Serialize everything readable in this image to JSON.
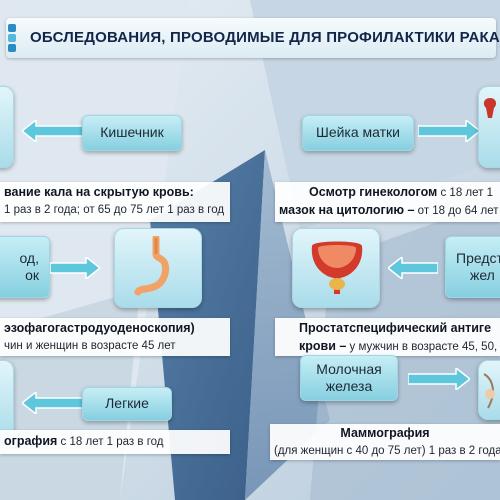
{
  "title": "ОБСЛЕДОВАНИЯ, ПРОВОДИМЫЕ ДЛЯ ПРОФИЛАКТИКИ РАКА",
  "colors": {
    "box_top": "#c6eef6",
    "box_bottom": "#86cfe0",
    "arrow": "#5ec7dc",
    "title_text": "#13264a",
    "organ_red": "#d33a2c"
  },
  "rows": [
    {
      "left": {
        "label": "Кишечник",
        "info_bold": "вание кала на скрытую кровь:",
        "info_line2": " 1 раз в 2 года; от 65 до 75 лет  1 раз в год"
      },
      "right": {
        "label": "Шейка матки",
        "info_bold1": "Осмотр гинекологом",
        "info_rest1": " с 18 лет  1",
        "info_bold2": "мазок на цитологию –",
        "info_rest2": " от 18 до 64 лет"
      }
    },
    {
      "left": {
        "label_line1": "од,",
        "label_line2": "ок",
        "info_bold": "эзофагогастродуоденоскопия)",
        "info_line2": "чин  и женщин  в возрасте 45 лет"
      },
      "right": {
        "label_line1": "Предст",
        "label_line2": "жел",
        "info_bold1": "Простатспецифический антиге",
        "info_bold2": "крови –",
        "info_rest2": "  у мужчин  в возрасте 45, 50, 5"
      }
    },
    {
      "left": {
        "label": "Легкие",
        "info_bold": "ография",
        "info_rest": " с 18 лет  1 раз в год"
      },
      "right": {
        "label_line1": "Молочная",
        "label_line2": "железа",
        "info_bold": "Маммография",
        "info_line2": "(для женщин  с 40 до 75 лет)  1 раз в 2 года"
      }
    }
  ],
  "icons": [
    "intestine-icon",
    "cervix-icon",
    "stomach-icon",
    "prostate-icon",
    "lung-icon",
    "breast-icon"
  ]
}
